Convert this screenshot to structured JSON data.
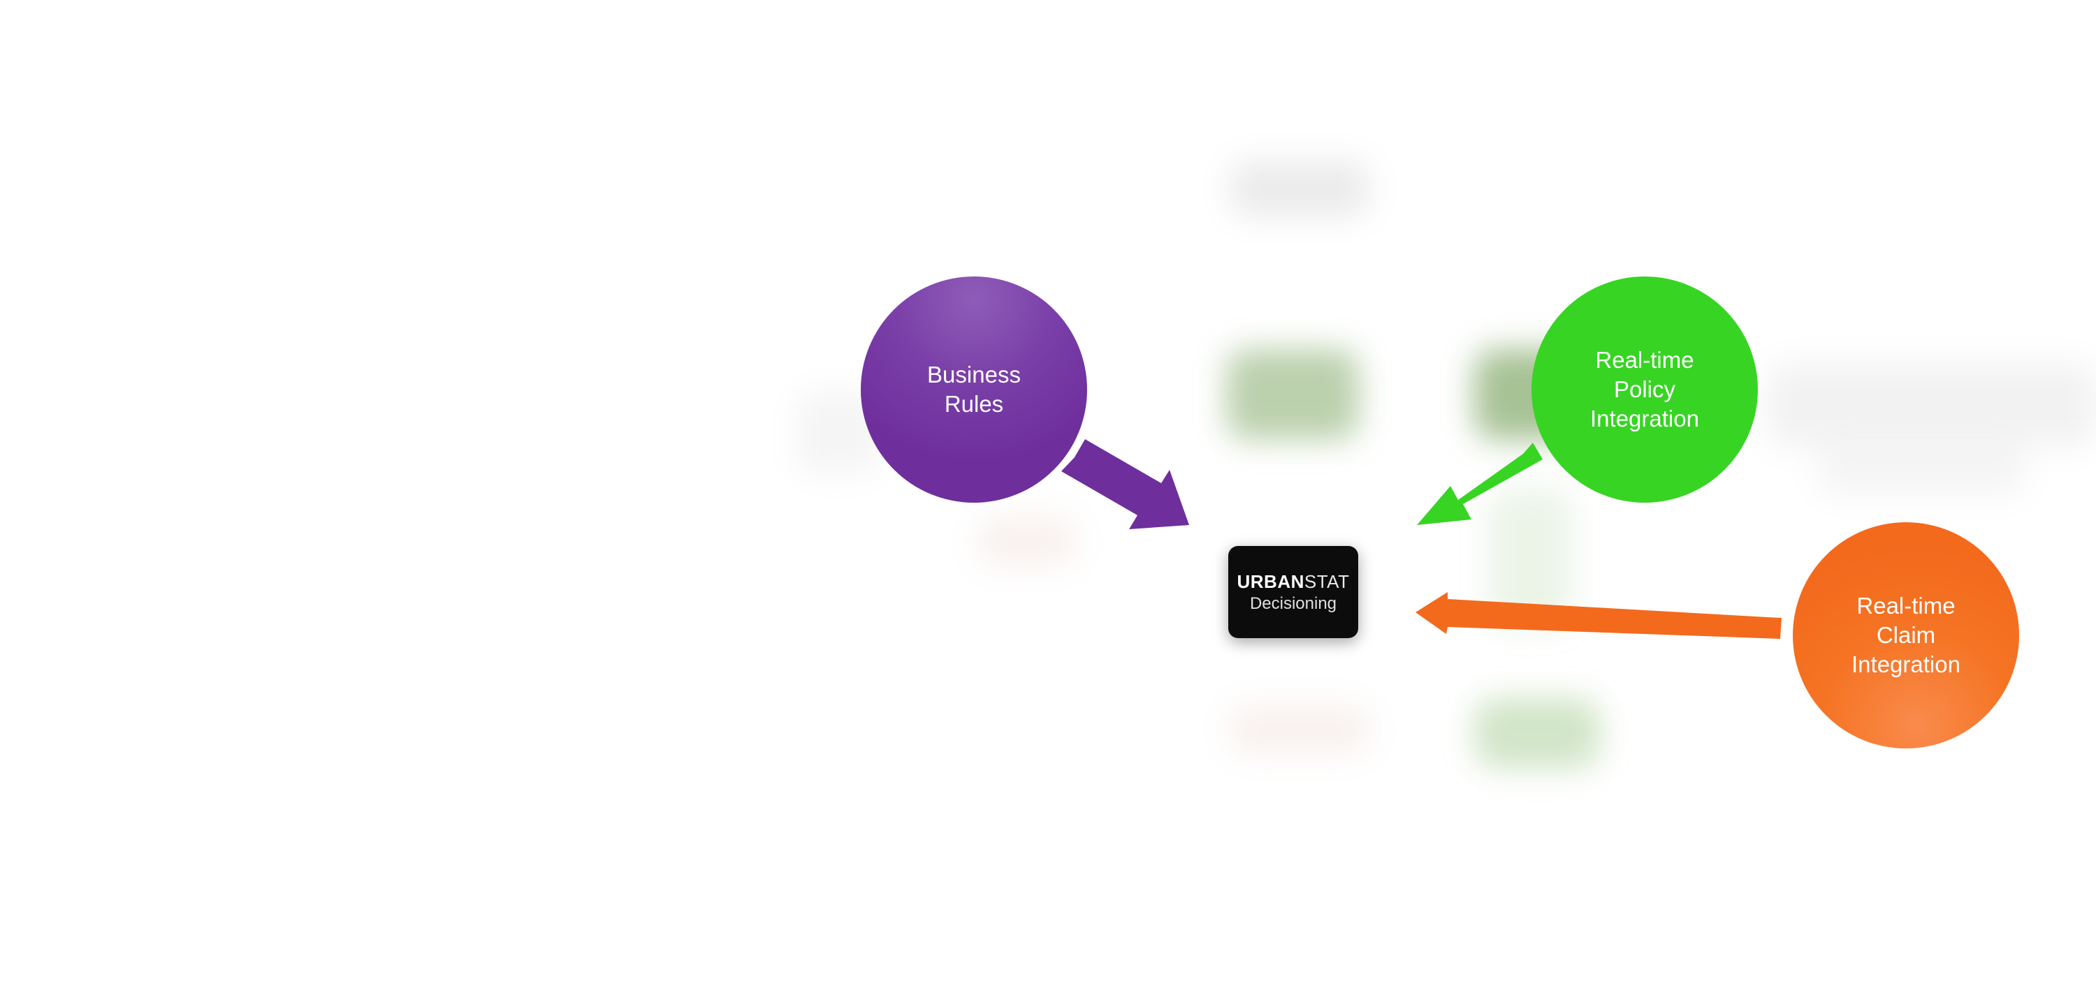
{
  "nodes": {
    "business_rules": {
      "label": "Business\nRules",
      "color": "#6e2f9d"
    },
    "policy": {
      "label": "Real-time\nPolicy\nIntegration",
      "color": "#37d424"
    },
    "claim": {
      "label": "Real-time\nClaim\nIntegration",
      "color": "#f36a1d"
    }
  },
  "center": {
    "brand_bold": "URBAN",
    "brand_light": "STAT",
    "subtitle": "Decisioning"
  },
  "arrows": [
    {
      "from": "business_rules",
      "to": "center",
      "color": "#6e2f9d"
    },
    {
      "from": "policy",
      "to": "center",
      "color": "#37d424"
    },
    {
      "from": "claim",
      "to": "center",
      "color": "#f36a1d"
    }
  ]
}
